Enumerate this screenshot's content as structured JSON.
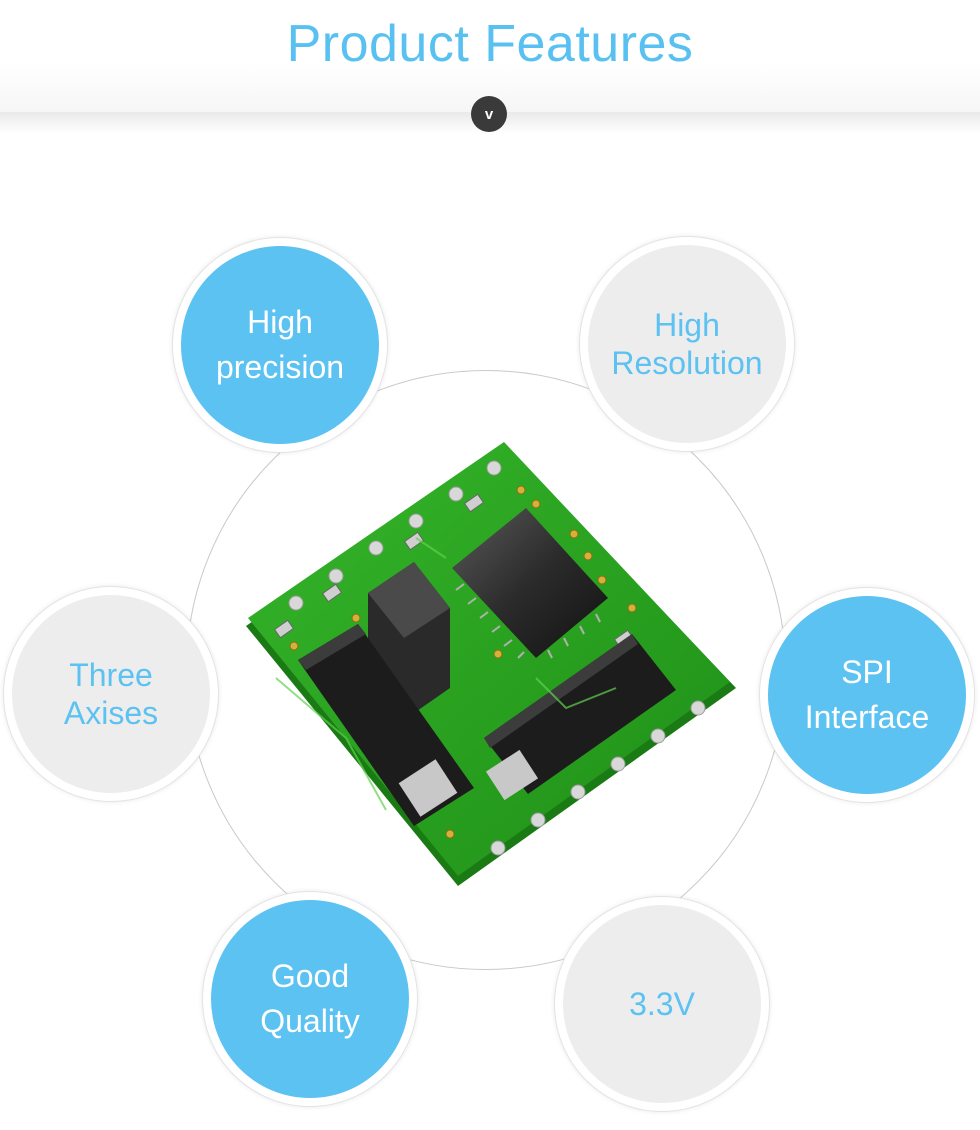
{
  "page": {
    "title": "Product Features",
    "expand_icon_glyph": "v"
  },
  "features": [
    {
      "line1": "High",
      "line2": "precision",
      "style": "blue"
    },
    {
      "line1": "High",
      "line2": "Resolution",
      "style": "gray"
    },
    {
      "line1": "Three",
      "line2": "Axises",
      "style": "gray"
    },
    {
      "line1": "SPI",
      "line2": "Interface",
      "style": "blue"
    },
    {
      "line1": "Good",
      "line2": "Quality",
      "style": "blue"
    },
    {
      "line1": "3.3V",
      "line2": "",
      "style": "gray"
    }
  ],
  "colors": {
    "accent_blue": "#5cc2f2",
    "bubble_gray": "#ededed",
    "pcb_green": "#28a51e",
    "badge_dark": "#3a3a3a"
  },
  "icons": {
    "badge": "chevron-down-icon",
    "product": "sensor-module-image"
  }
}
